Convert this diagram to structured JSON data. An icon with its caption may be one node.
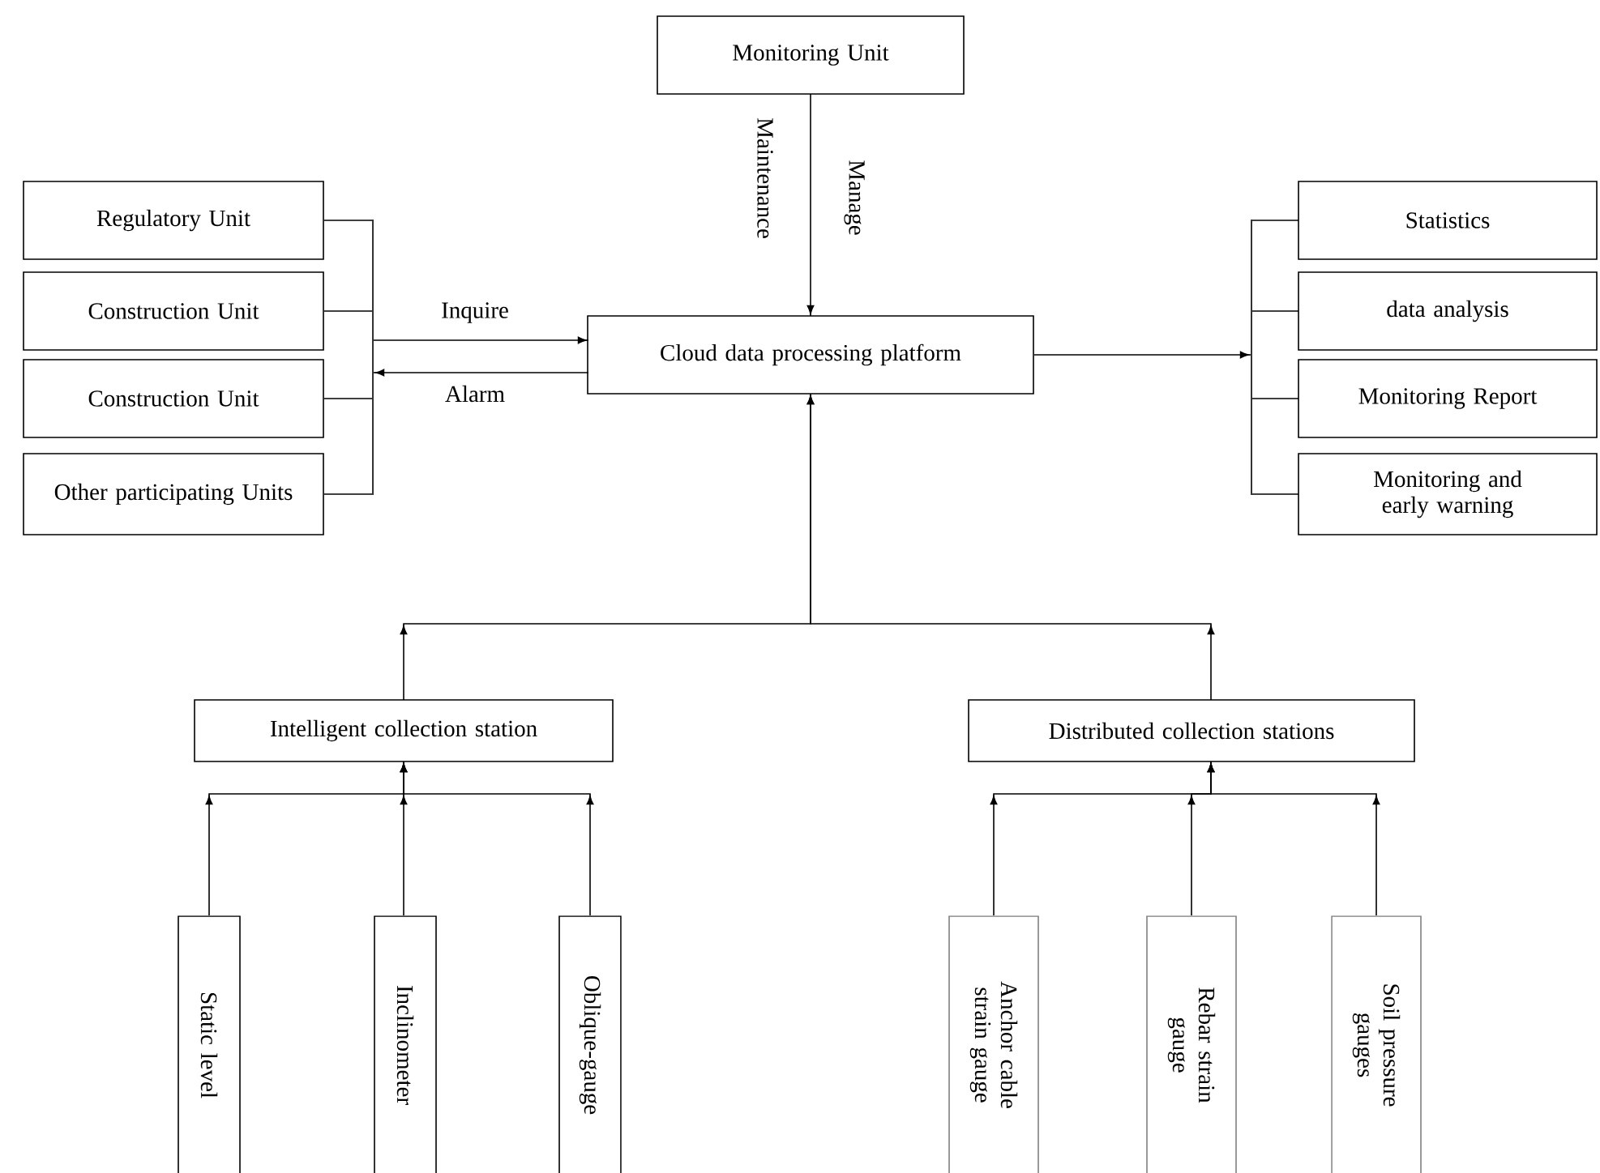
{
  "diagram": {
    "nodes": [
      {
        "text": [
          "Monitoring Unit"
        ]
      },
      {
        "text": [
          "Regulatory Unit"
        ]
      },
      {
        "text": [
          "Construction Unit"
        ]
      },
      {
        "text": [
          "Construction Unit"
        ]
      },
      {
        "text": [
          "Other participating Units"
        ]
      },
      {
        "text": [
          "Cloud data processing platform"
        ]
      },
      {
        "text": [
          "Statistics"
        ]
      },
      {
        "text": [
          "data analysis"
        ]
      },
      {
        "text": [
          "Monitoring Report"
        ]
      },
      {
        "text": [
          "Monitoring and early warning"
        ]
      },
      {
        "text": [
          "Intelligent collection station"
        ]
      },
      {
        "text": [
          "Distributed collection stations"
        ]
      },
      {
        "text": [
          "Static level"
        ]
      },
      {
        "text": [
          "Inclinometer"
        ]
      },
      {
        "text": [
          "Oblique-gauge"
        ]
      },
      {
        "text": [
          "Anchor cable strain gauge"
        ]
      },
      {
        "text": [
          "Rebar strain gauge"
        ]
      },
      {
        "text": [
          "Soil pressure gauges"
        ]
      },
      {
        "text": [],
        "shape": "bar"
      },
      {
        "text": [],
        "shape": "bar"
      }
    ],
    "edges": [
      {
        "from": 0,
        "to": 5,
        "arrow": "to",
        "label": "Manage"
      },
      {
        "from": 18,
        "to": 5,
        "arrow": "to",
        "label": "Inquire"
      },
      {
        "from": 5,
        "to": 18,
        "arrow": "to",
        "label": "Alarm"
      },
      {
        "from": 5,
        "to": 19,
        "arrow": "to"
      },
      {
        "from": 1,
        "to": 18,
        "arrow": "none"
      },
      {
        "from": 2,
        "to": 18,
        "arrow": "none"
      },
      {
        "from": 3,
        "to": 18,
        "arrow": "none"
      },
      {
        "from": 4,
        "to": 18,
        "arrow": "none"
      },
      {
        "from": 19,
        "to": 6,
        "arrow": "none"
      },
      {
        "from": 19,
        "to": 7,
        "arrow": "none"
      },
      {
        "from": 19,
        "to": 8,
        "arrow": "none"
      },
      {
        "from": 19,
        "to": 9,
        "arrow": "none"
      },
      {
        "from": 10,
        "to": 5,
        "arrow": "to"
      },
      {
        "from": 11,
        "to": 5,
        "arrow": "to"
      },
      {
        "from": 12,
        "to": 10,
        "arrow": "to"
      },
      {
        "from": 13,
        "to": 10,
        "arrow": "to"
      },
      {
        "from": 14,
        "to": 10,
        "arrow": "to"
      },
      {
        "from": 15,
        "to": 11,
        "arrow": "to"
      },
      {
        "from": 16,
        "to": 11,
        "arrow": "to"
      },
      {
        "from": 17,
        "to": 11,
        "arrow": "to"
      }
    ],
    "labels": [
      "Maintenance"
    ]
  }
}
